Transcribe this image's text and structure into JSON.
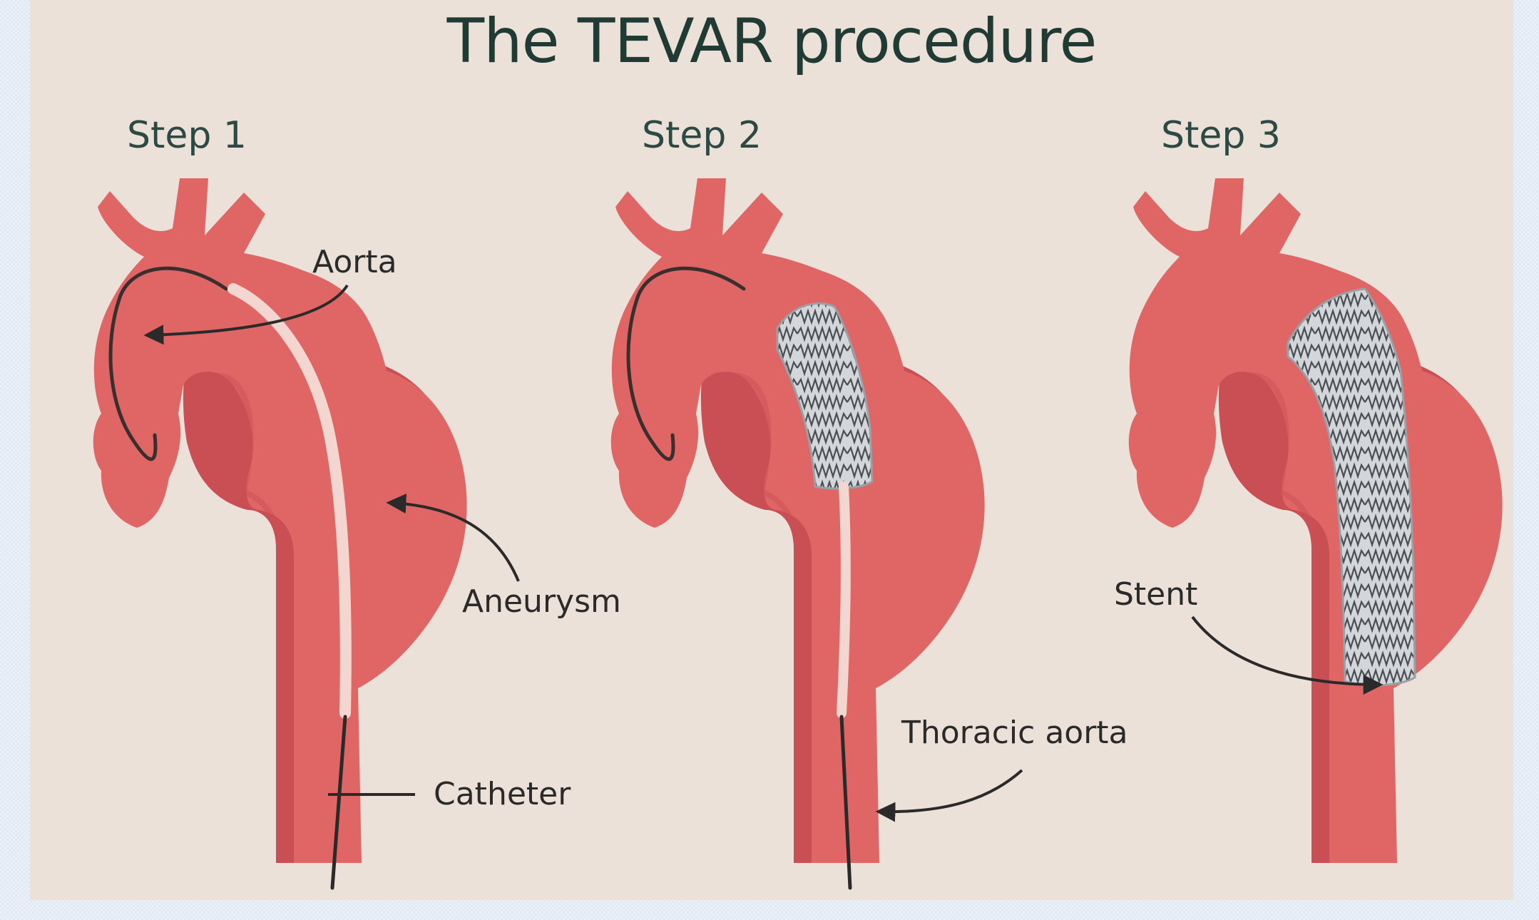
{
  "title": "The TEVAR procedure",
  "steps": [
    {
      "label": "Step 1"
    },
    {
      "label": "Step 2"
    },
    {
      "label": "Step 3"
    }
  ],
  "callouts": {
    "aorta": "Aorta",
    "aneurysm": "Aneurysm",
    "catheter": "Catheter",
    "thoracic_aorta": "Thoracic aorta",
    "stent": "Stent"
  },
  "colors": {
    "background": "#ece1d9",
    "vessel": "#e06666",
    "vessel_shadow": "#c94f55",
    "stent": "#d3d7da",
    "catheter": "#f3d6cf",
    "title": "#1f3b34"
  }
}
